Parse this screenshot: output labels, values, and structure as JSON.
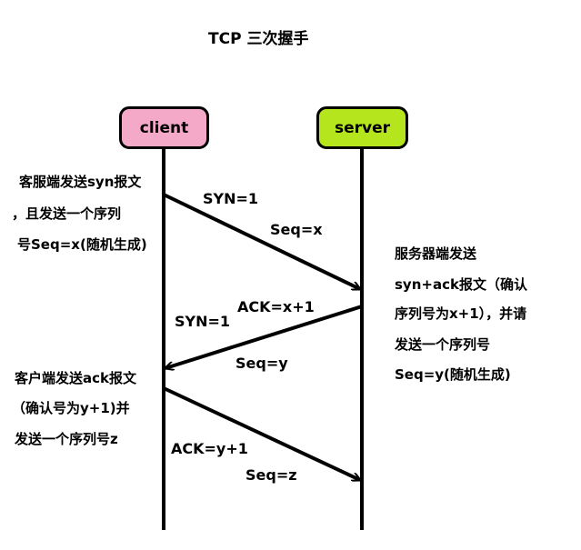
{
  "title": "TCP 三次握手",
  "actors": {
    "client": {
      "label": "client",
      "color": "#f5a9c8"
    },
    "server": {
      "label": "server",
      "color": "#b5e61d"
    }
  },
  "messages": [
    {
      "from": "client",
      "to": "server",
      "label_1": "SYN=1",
      "label_2": "Seq=x"
    },
    {
      "from": "server",
      "to": "client",
      "label_1": "ACK=x+1",
      "label_2": "SYN=1",
      "label_3": "Seq=y"
    },
    {
      "from": "client",
      "to": "server",
      "label_1": "ACK=y+1",
      "label_2": "Seq=z"
    }
  ],
  "notes": {
    "client_step1": [
      "客服端发送syn报文",
      "，且发送一个序列",
      "号Seq=x(随机生成)"
    ],
    "server_step2": [
      "服务器端发送",
      "syn+ack报文（确认",
      "序列号为x+1），并请",
      "发送一个序列号",
      "Seq=y(随机生成)"
    ],
    "client_step3": [
      "客户端发送ack报文",
      "（确认号为y+1)并",
      "发送一个序列号z"
    ]
  }
}
